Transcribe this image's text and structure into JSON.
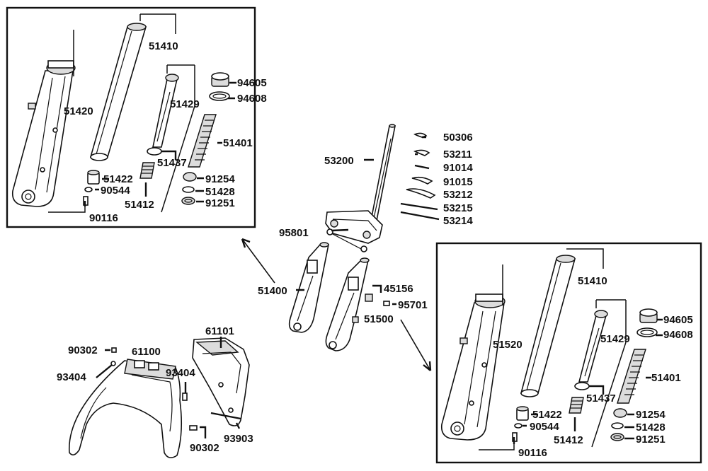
{
  "labels": {
    "p51410a": "51410",
    "p51420": "51420",
    "p51429a": "51429",
    "p94605a": "94605",
    "p94608a": "94608",
    "p51401a": "51401",
    "p51437a": "51437",
    "p51422a": "51422",
    "p91254a": "91254",
    "p90544a": "90544",
    "p51428a": "51428",
    "p51412a": "51412",
    "p91251a": "91251",
    "p90116a": "90116",
    "p50306": "50306",
    "p53211": "53211",
    "p53200": "53200",
    "p91014": "91014",
    "p91015": "91015",
    "p53212": "53212",
    "p53215": "53215",
    "p53214": "53214",
    "p95801": "95801",
    "p51400": "51400",
    "p45156": "45156",
    "p95701": "95701",
    "p51500": "51500",
    "p61101": "61101",
    "p90302a": "90302",
    "p61100": "61100",
    "p93404a": "93404",
    "p93404b": "93404",
    "p93903": "93903",
    "p90302b": "90302",
    "p51410b": "51410",
    "p94605b": "94605",
    "p51429b": "51429",
    "p94608b": "94608",
    "p51520": "51520",
    "p51401b": "51401",
    "p51437b": "51437",
    "p51422b": "51422",
    "p91254b": "91254",
    "p90544b": "90544",
    "p51428b": "51428",
    "p51412b": "51412",
    "p91251b": "91251",
    "p90116b": "90116"
  }
}
